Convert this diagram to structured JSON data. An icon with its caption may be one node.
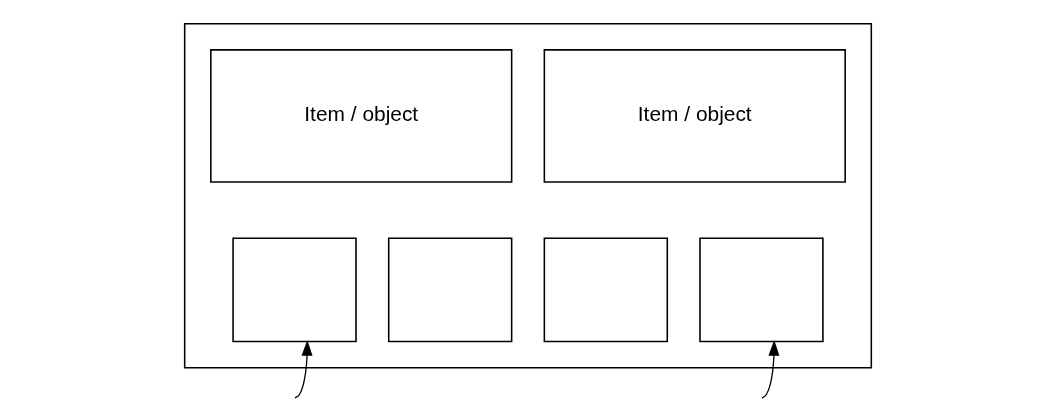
{
  "diagram": {
    "nodes": [
      {
        "text": [],
        "shape": "box"
      },
      {
        "text": [
          "Item / object"
        ],
        "in": 0
      },
      {
        "text": [
          "Item / object"
        ],
        "in": 0
      },
      {
        "text": [],
        "shape": "box",
        "in": 0
      },
      {
        "text": [],
        "shape": "box",
        "in": 0
      },
      {
        "text": [],
        "shape": "box",
        "in": 0
      },
      {
        "text": [],
        "shape": "box",
        "in": 0
      }
    ],
    "edges": [
      {
        "from": null,
        "to": 3,
        "arrow": "to"
      },
      {
        "from": null,
        "to": 6,
        "arrow": "to"
      }
    ]
  }
}
